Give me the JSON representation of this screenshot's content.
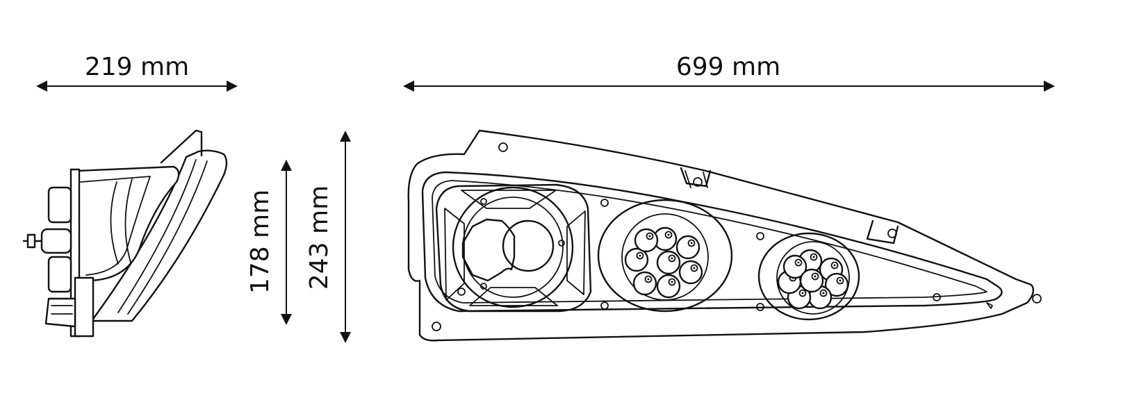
{
  "dimensions": {
    "depth_label": "219 mm",
    "width_label": "699 mm",
    "inner_height_label": "178 mm",
    "outer_height_label": "243 mm"
  },
  "colors": {
    "line": "#111111",
    "background": "#ffffff"
  }
}
